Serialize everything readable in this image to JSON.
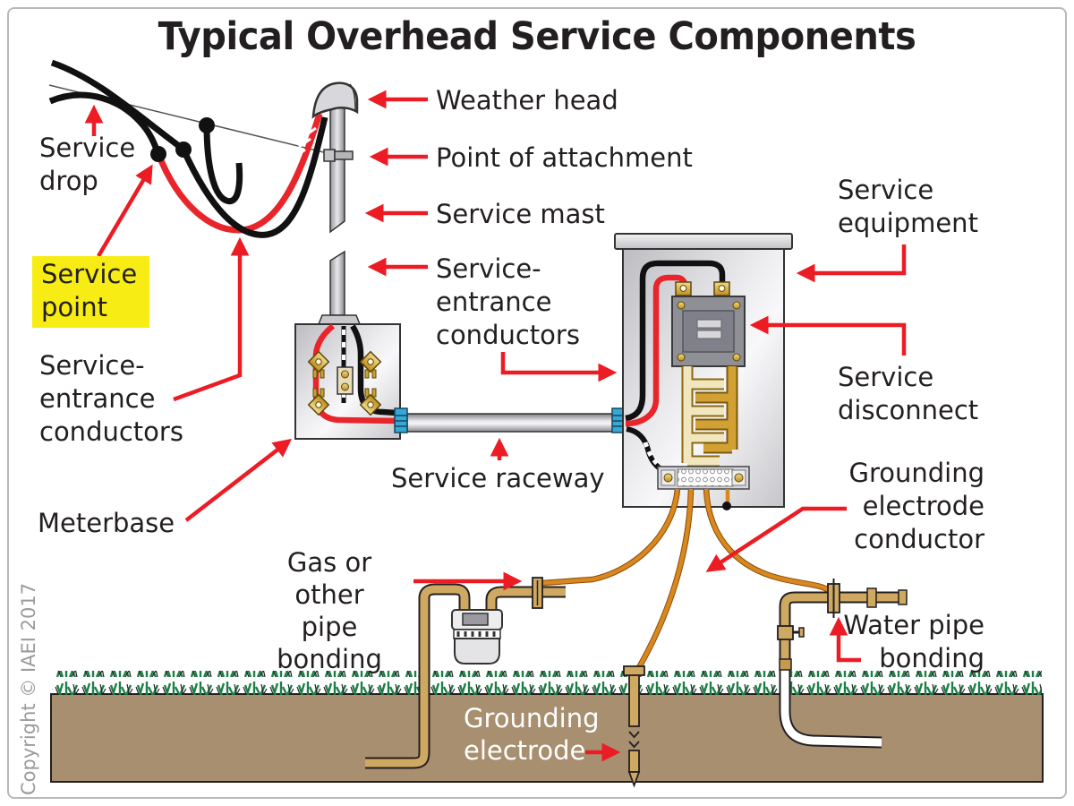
{
  "title": "Typical Overhead Service Components",
  "copyright": "Copyright © IAEI 2017",
  "labels": {
    "service_drop": "Service\ndrop",
    "service_point": "Service\npoint",
    "service_entrance_conductors_left": "Service-\nentrance\nconductors",
    "meterbase": "Meterbase",
    "weather_head": "Weather head",
    "point_of_attachment": "Point of attachment",
    "service_mast": "Service mast",
    "service_entrance_conductors_center": "Service-\nentrance\nconductors",
    "service_raceway": "Service raceway",
    "service_equipment": "Service\nequipment",
    "service_disconnect": "Service\ndisconnect",
    "grounding_electrode_conductor": "Grounding\nelectrode\nconductor",
    "gas_pipe_bonding": "Gas or other\npipe bonding",
    "water_pipe_bonding": "Water pipe\nbonding",
    "grounding_electrode": "Grounding\nelectrode"
  },
  "colors": {
    "arrow_red": "#ec1c24",
    "highlight_yellow": "#f7ec13",
    "text_black": "#231f20",
    "dirt_brown": "#a78f6f",
    "grass_green": "#1e7f46",
    "copper_orange": "#d9871f",
    "pipe_tan": "#cfa961",
    "copyright_gray": "#9b9b9b"
  }
}
